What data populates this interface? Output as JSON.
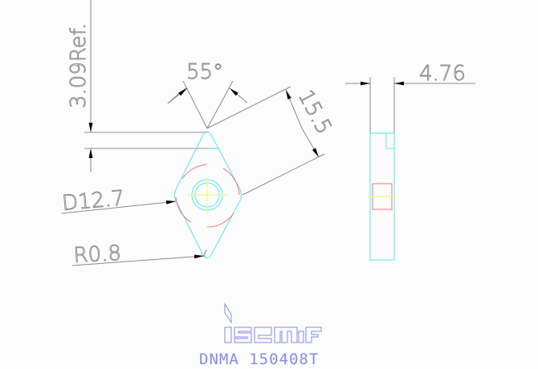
{
  "drawing": {
    "type": "technical-drawing",
    "subject": "Cutting insert",
    "model_code": "DNMA 150408T",
    "brand": "iscar",
    "dimensions": {
      "ref_thickness": "3.09Ref.",
      "angle": "55°",
      "edge_length": "15.5",
      "inscribed_circle": "D12.7",
      "corner_radius": "R0.8",
      "thickness": "4.76"
    },
    "colors": {
      "background": "#fbfcfb",
      "dimension_lines": "#8a8a8a",
      "outline": "#5fe8f0",
      "hidden_arcs": "#f08080",
      "center_lines": "#f5f58a",
      "logo": "#8a8ae6"
    }
  }
}
